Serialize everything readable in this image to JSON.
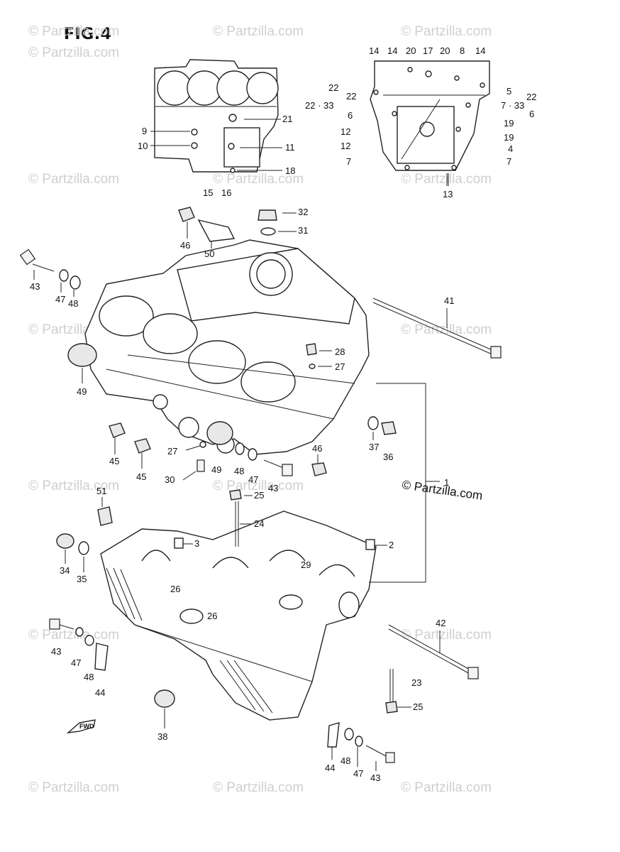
{
  "figure": {
    "title": "FIG.4",
    "watermark": "© Partzilla.com",
    "copyright": "© Partzilla.com",
    "fwd_label": "FWD"
  },
  "labels": {
    "l14a": "14",
    "l14b": "14",
    "l20a": "20",
    "l17": "17",
    "l20b": "20",
    "l8": "8",
    "l14c": "14",
    "l22a": "22",
    "l22b": "22",
    "l2233a": "22 · 33",
    "l6a": "6",
    "l12a": "12",
    "l12b": "12",
    "l7a": "7",
    "l5": "5",
    "l22c": "22",
    "l733": "7 · 33",
    "l6b": "6",
    "l19a": "19",
    "l19b": "19",
    "l4": "4",
    "l7b": "7",
    "l13": "13",
    "l21": "21",
    "l9": "9",
    "l10": "10",
    "l11": "11",
    "l18": "18",
    "l15": "15",
    "l16": "16",
    "l32": "32",
    "l31": "31",
    "l46a": "46",
    "l50": "50",
    "l43a": "43",
    "l47a": "47",
    "l48a": "48",
    "l41": "41",
    "l28": "28",
    "l27a": "27",
    "l49a": "49",
    "l45a": "45",
    "l45b": "45",
    "l27b": "27",
    "l30": "30",
    "l49b": "49",
    "l48b": "48",
    "l47b": "47",
    "l43b": "43",
    "l46b": "46",
    "l37": "37",
    "l36": "36",
    "l1": "1",
    "l51": "51",
    "l25a": "25",
    "l24": "24",
    "l3": "3",
    "l2": "2",
    "l34": "34",
    "l35": "35",
    "l29": "29",
    "l26a": "26",
    "l26b": "26",
    "l43c": "43",
    "l47c": "47",
    "l48c": "48",
    "l44a": "44",
    "l42": "42",
    "l23": "23",
    "l25b": "25",
    "l38": "38",
    "l44b": "44",
    "l48d": "48",
    "l47d": "47",
    "l43d": "43"
  }
}
